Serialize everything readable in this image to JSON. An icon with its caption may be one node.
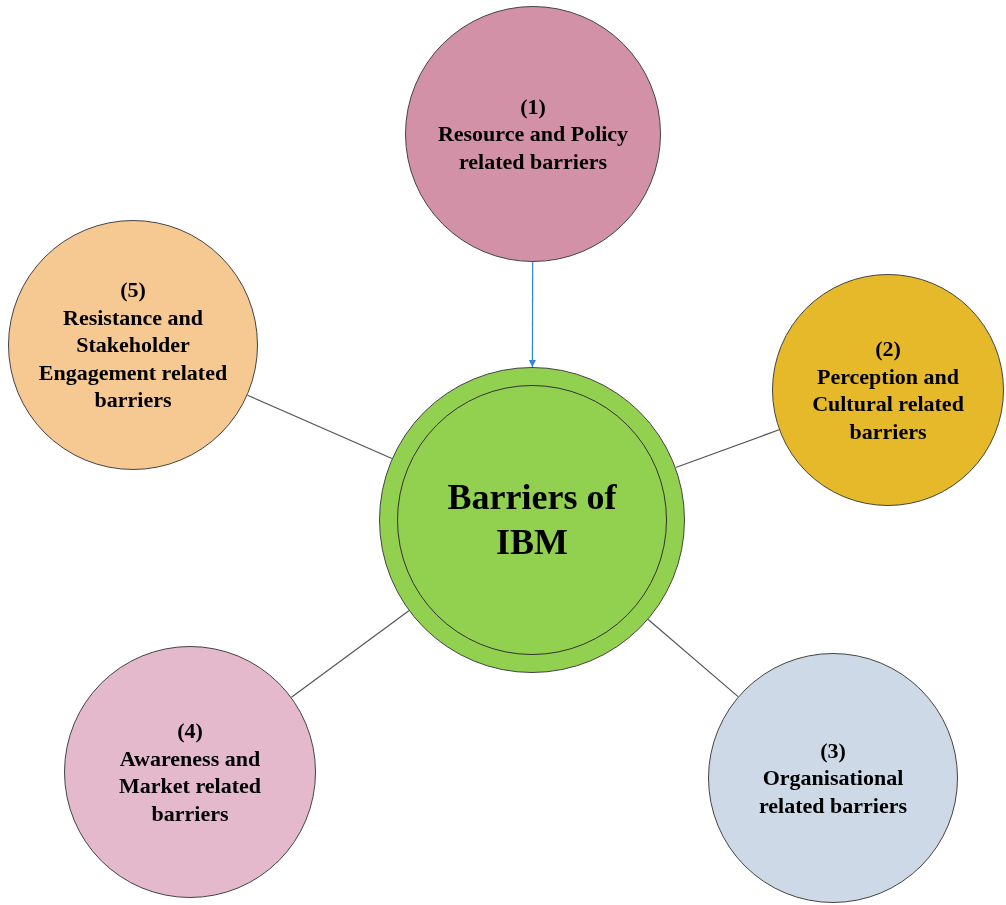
{
  "diagram": {
    "nodes": [
      {
        "text": [
          "(1)",
          "Resource and Policy related barriers"
        ]
      },
      {
        "text": [
          "(5)",
          "Resistance and Stakeholder Engagement related barriers"
        ]
      },
      {
        "text": [
          "(2)",
          "Perception and Cultural related barriers"
        ]
      },
      {
        "text": [
          "Barriers of IBM"
        ]
      },
      {
        "text": [
          "(4)",
          "Awareness and Market related barriers"
        ]
      },
      {
        "text": [
          "(3)",
          "Organisational related barriers"
        ]
      }
    ],
    "edges": [
      {
        "from": 0,
        "to": 3,
        "arrow": "to",
        "color": "#2e86de"
      },
      {
        "from": 1,
        "to": 3,
        "arrow": "none"
      },
      {
        "from": 2,
        "to": 3,
        "arrow": "none"
      },
      {
        "from": 4,
        "to": 3,
        "arrow": "none"
      },
      {
        "from": 5,
        "to": 3,
        "arrow": "none"
      }
    ]
  }
}
